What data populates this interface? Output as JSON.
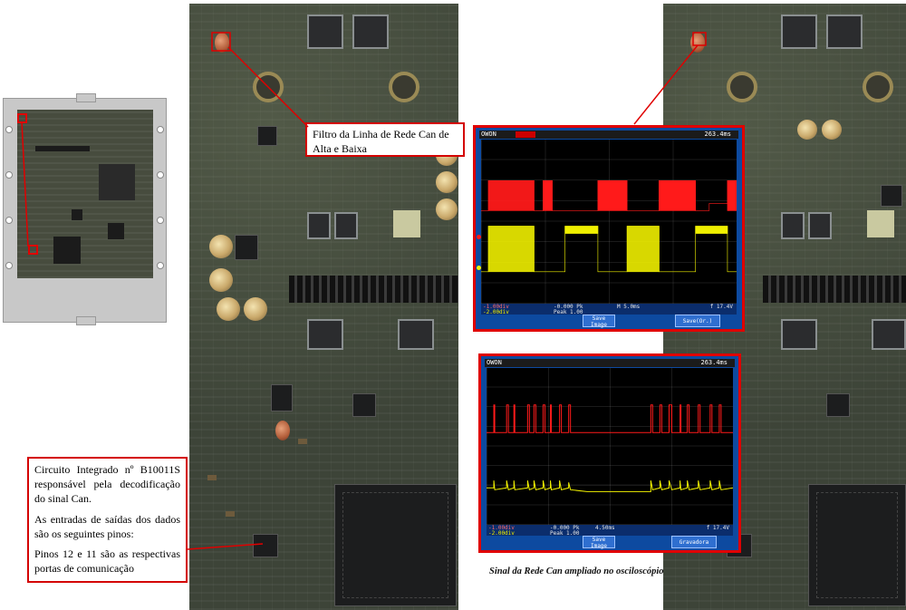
{
  "callouts": {
    "filter": {
      "line1": "Filtro da Linha de Rede Can de",
      "line2": "Alta e Baixa"
    },
    "ic": {
      "p1": "Circuito Integrado nº B10011S responsável pela decodificação do sinal Can.",
      "p2": "As entradas de saídas dos dados são os seguintes pinos:",
      "p3": "Pinos 12 e 11 são as respectivas portas de comunicação"
    }
  },
  "scope_top": {
    "brand": "OWON",
    "time_readout": "263.4ms",
    "ch1": "-1.00div",
    "ch2": "-2.00div",
    "ch1_extra": "-0.000 Pk",
    "ch2_extra": "Peak 1.00",
    "timebase": "M 5.0ms",
    "trig": "f 17.4V",
    "btn_save": "Save Image",
    "btn_right": "Save(Or.)",
    "colors": {
      "ch1": "#ff1a1a",
      "ch2": "#f0f000",
      "frame": "#0d4aa0"
    }
  },
  "scope_bottom": {
    "brand": "OWON",
    "time_readout": "263.4ms",
    "ch1": "-1.00div",
    "ch2": "-2.00div",
    "ch1_extra": "-0.000 Pk",
    "ch2_extra": "Peak 1.00",
    "timebase": "4.50ms",
    "trig": "f 17.4V",
    "btn_save": "Save Image",
    "btn_right": "Gravadora",
    "colors": {
      "ch1": "#ff1a1a",
      "ch2": "#f0f000",
      "frame": "#0d4aa0"
    }
  },
  "caption": "Sinal da Rede Can ampliado no osciloscópio"
}
